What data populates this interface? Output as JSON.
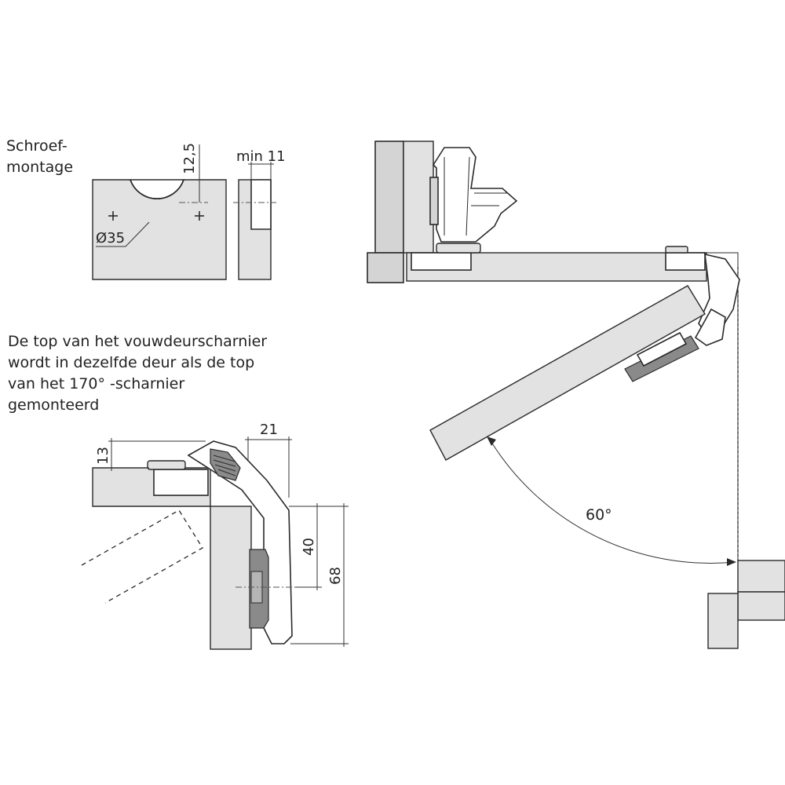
{
  "mount_label": {
    "line1": "Schroef-",
    "line2": "montage"
  },
  "note": {
    "line1": "De top van het vouwdeurscharnier",
    "line2": "wordt in dezelfde deur als de top",
    "line3": "van het 170° -scharnier",
    "line4": "gemonteerd"
  },
  "dimensions": {
    "offset": "12,5",
    "diameter": "Ø35",
    "min_thickness": "min 11",
    "height_top": "13",
    "width": "21",
    "height_mid": "40",
    "height_total": "68",
    "angle": "60°"
  },
  "colors": {
    "panel_fill": "#d4d4d4",
    "panel_light": "#e2e2e2",
    "ink": "#2a2a2a",
    "hinge_dark": "#8a8a8a"
  }
}
